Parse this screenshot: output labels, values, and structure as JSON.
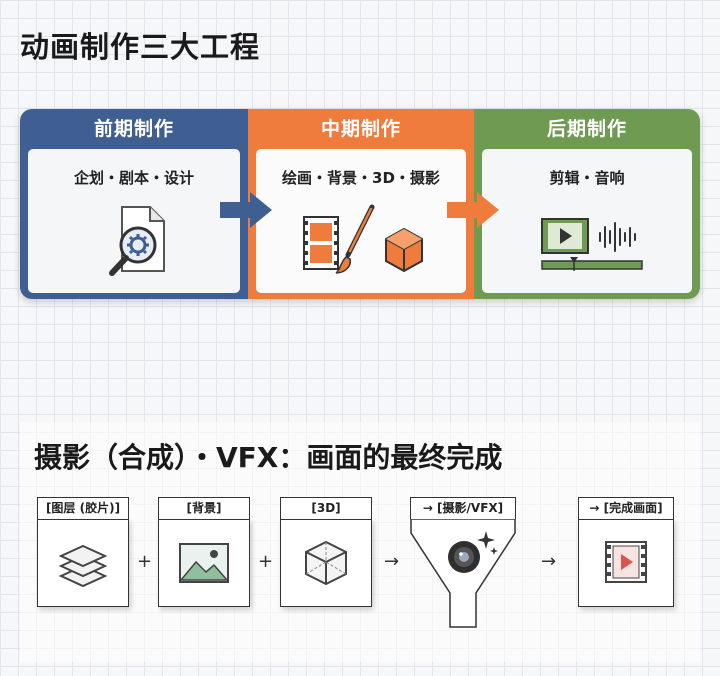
{
  "section1": {
    "title": "动画制作三大工程",
    "stages": [
      {
        "name": "前期制作",
        "subtitle": "企划・剧本・设计",
        "color": "#3f5f92",
        "icon": "document-gear-magnifier-icon"
      },
      {
        "name": "中期制作",
        "subtitle": "绘画・背景・3D・摄影",
        "color": "#ef7c3c",
        "icon": "film-brush-cube-icon"
      },
      {
        "name": "后期制作",
        "subtitle": "剪辑・音响",
        "color": "#6f9a52",
        "icon": "video-timeline-waveform-icon"
      }
    ]
  },
  "section2": {
    "title": "摄影（合成）・VFX：画面的最终完成",
    "tiles": [
      {
        "label": "[图层 (胶片)]",
        "icon": "layers-icon"
      },
      {
        "label": "[背景]",
        "icon": "landscape-image-icon"
      },
      {
        "label": "[3D]",
        "icon": "wireframe-cube-icon"
      },
      {
        "label": "→ [摄影/VFX]",
        "icon": "camera-lens-sparkle-icon"
      },
      {
        "label": "→ [完成画面]",
        "icon": "video-film-play-icon"
      }
    ],
    "operators": [
      "+",
      "+",
      "→",
      "→"
    ]
  }
}
